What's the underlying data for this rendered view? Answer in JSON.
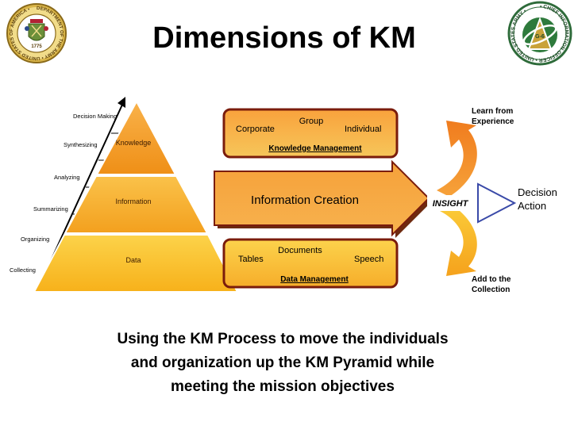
{
  "title": "Dimensions of KM",
  "seals": {
    "left": {
      "name": "Department of the Army seal",
      "ring_text": "DEPARTMENT OF THE ARMY • UNITED STATES OF AMERICA •",
      "year": "1775"
    },
    "right": {
      "name": "Chief Information Officer G-6 seal",
      "ring_text": "• CHIEF INFORMATION OFFICER • UNITED STATES ARMY •",
      "center": "G-6"
    }
  },
  "pyramid": {
    "levels": [
      "Knowledge",
      "Information",
      "Data"
    ],
    "steps": [
      "Decision Making",
      "Synthesizing",
      "Analyzing",
      "Summarizing",
      "Organizing",
      "Collecting"
    ]
  },
  "knowledge_management": {
    "group_label": "Group",
    "corporate_label": "Corporate",
    "individual_label": "Individual",
    "title": "Knowledge Management"
  },
  "information_creation": {
    "label": "Information Creation"
  },
  "data_management": {
    "documents_label": "Documents",
    "tables_label": "Tables",
    "speech_label": "Speech",
    "title": "Data Management"
  },
  "insight": {
    "label": "INSIGHT"
  },
  "learn_from_experience": [
    "Learn from",
    "Experience"
  ],
  "add_to_collection": [
    "Add to the",
    "Collection"
  ],
  "decision_action": [
    "Decision",
    "Action"
  ],
  "caption": [
    "Using the KM Process to move the individuals",
    "and organization up the KM Pyramid while",
    "meeting the mission objectives"
  ],
  "colors": {
    "title": "#000000",
    "knowledge_fill": "#f5a623",
    "information_fill": "#f8bb3c",
    "data_fill": "#fbc92c",
    "box_border": "#7a1c0c",
    "arrow_fill": "#f7961e",
    "seal_gold": "#c9a23a",
    "seal_green": "#2e6b3a"
  }
}
